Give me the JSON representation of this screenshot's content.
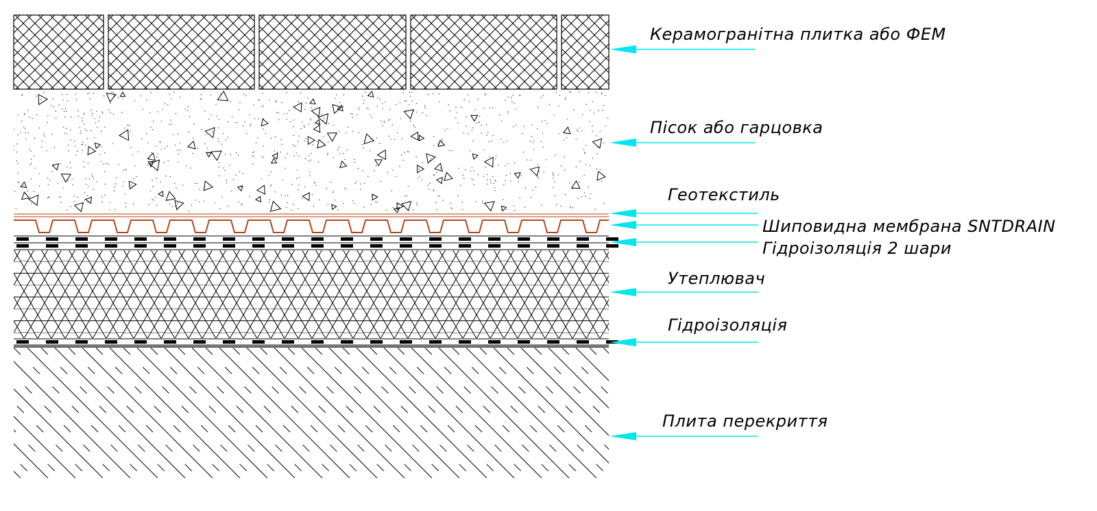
{
  "colors": {
    "line": "#000000",
    "leader": "#00e5ee",
    "membrane": "#b5451b",
    "geotextile": "#c8643c"
  },
  "labels": {
    "tiles": "Керамогранітна плитка або ФЕМ",
    "sand": "Пісок або гарцовка",
    "geotextile": "Геотекстиль",
    "membrane": "Шиповидна мембрана SNTDRAIN",
    "waterproofing_double": "Гідроізоляція 2 шари",
    "insulation": "Утеплювач",
    "waterproofing": "Гідроізоляція",
    "slab": "Плита перекриття"
  }
}
